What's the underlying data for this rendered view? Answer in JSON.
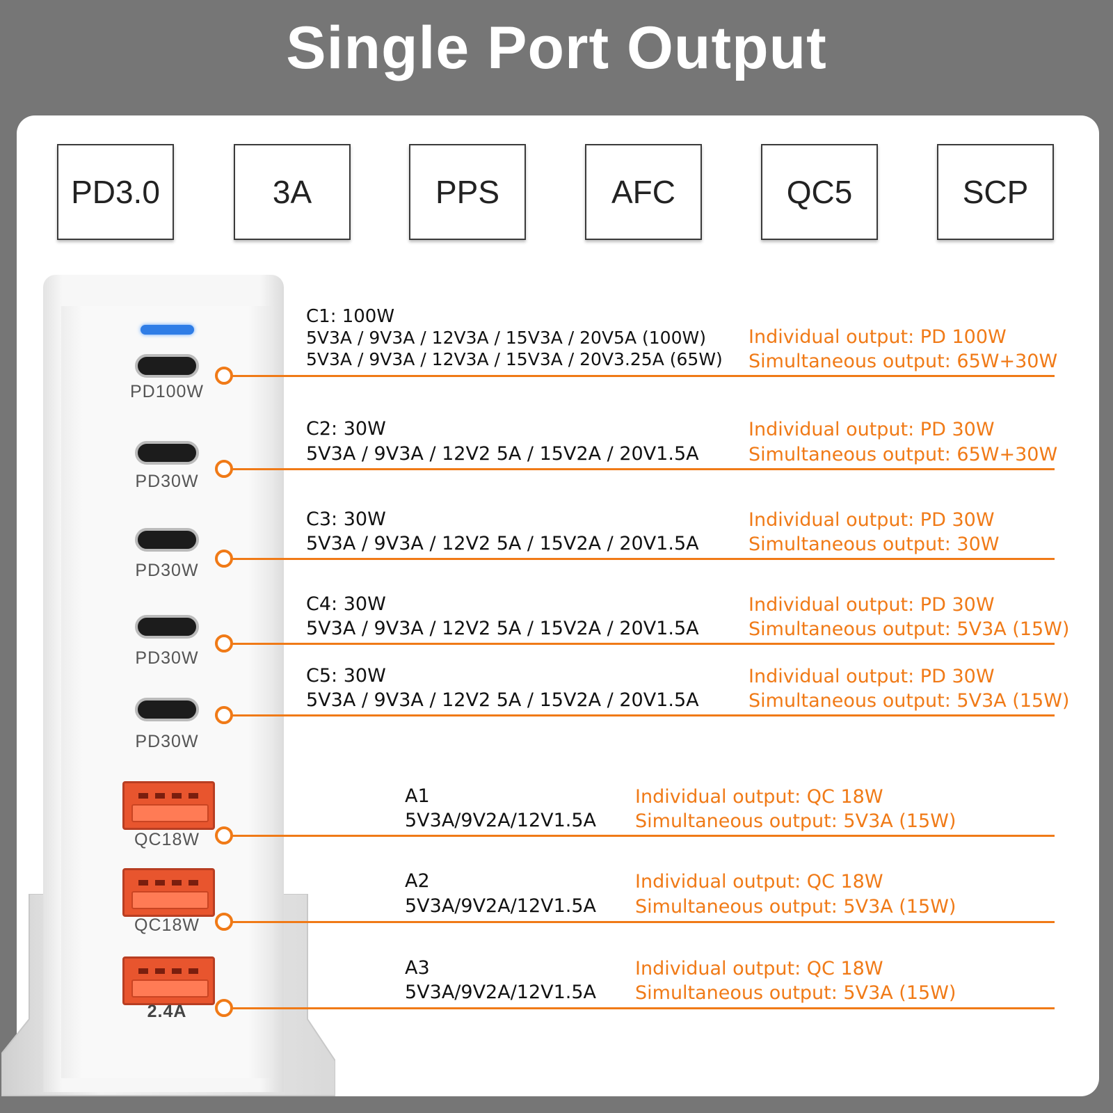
{
  "title": "Single Port Output",
  "badges": [
    "PD3.0",
    "3A",
    "PPS",
    "AFC",
    "QC5",
    "SCP"
  ],
  "device": {
    "port_labels": [
      "PD100W",
      "PD30W",
      "PD30W",
      "PD30W",
      "PD30W",
      "QC18W",
      "QC18W",
      "2.4A"
    ],
    "icons": [
      "led-indicator-icon",
      "usb-c-port-icon",
      "usb-a-port-icon"
    ]
  },
  "ports": [
    {
      "name": "C1: 100W",
      "spec1": "5V3A / 9V3A / 12V3A / 15V3A / 20V5A (100W)",
      "spec2": "5V3A / 9V3A / 12V3A / 15V3A / 20V3.25A  (65W)",
      "individual": "Individual output:  PD 100W",
      "simultaneous": "Simultaneous output:  65W+30W"
    },
    {
      "name": "C2: 30W",
      "spec1": "5V3A / 9V3A / 12V2 5A / 15V2A / 20V1.5A",
      "individual": "Individual output:  PD 30W",
      "simultaneous": "Simultaneous output:  65W+30W"
    },
    {
      "name": "C3: 30W",
      "spec1": "5V3A / 9V3A / 12V2 5A / 15V2A / 20V1.5A",
      "individual": "Individual output:  PD 30W",
      "simultaneous": "Simultaneous output:  30W"
    },
    {
      "name": "C4: 30W",
      "spec1": "5V3A / 9V3A / 12V2 5A / 15V2A / 20V1.5A",
      "individual": "Individual output:  PD 30W",
      "simultaneous": "Simultaneous output:  5V3A (15W)"
    },
    {
      "name": "C5: 30W",
      "spec1": "5V3A / 9V3A / 12V2 5A / 15V2A / 20V1.5A",
      "individual": "Individual output:  PD 30W",
      "simultaneous": "Simultaneous output:  5V3A (15W)"
    },
    {
      "name": "A1",
      "spec1": "5V3A/9V2A/12V1.5A",
      "individual": "Individual output:  QC 18W",
      "simultaneous": "Simultaneous output:  5V3A (15W)"
    },
    {
      "name": "A2",
      "spec1": "5V3A/9V2A/12V1.5A",
      "individual": "Individual output:  QC 18W",
      "simultaneous": "Simultaneous output:  5V3A (15W)"
    },
    {
      "name": "A3",
      "spec1": "5V3A/9V2A/12V1.5A",
      "individual": "Individual output:  QC 18W",
      "simultaneous": "Simultaneous output:  5V3A (15W)"
    }
  ],
  "colors": {
    "accent": "#f07a17",
    "background": "#767676",
    "led": "#2f7de6",
    "usb_a": "#e8552e"
  }
}
